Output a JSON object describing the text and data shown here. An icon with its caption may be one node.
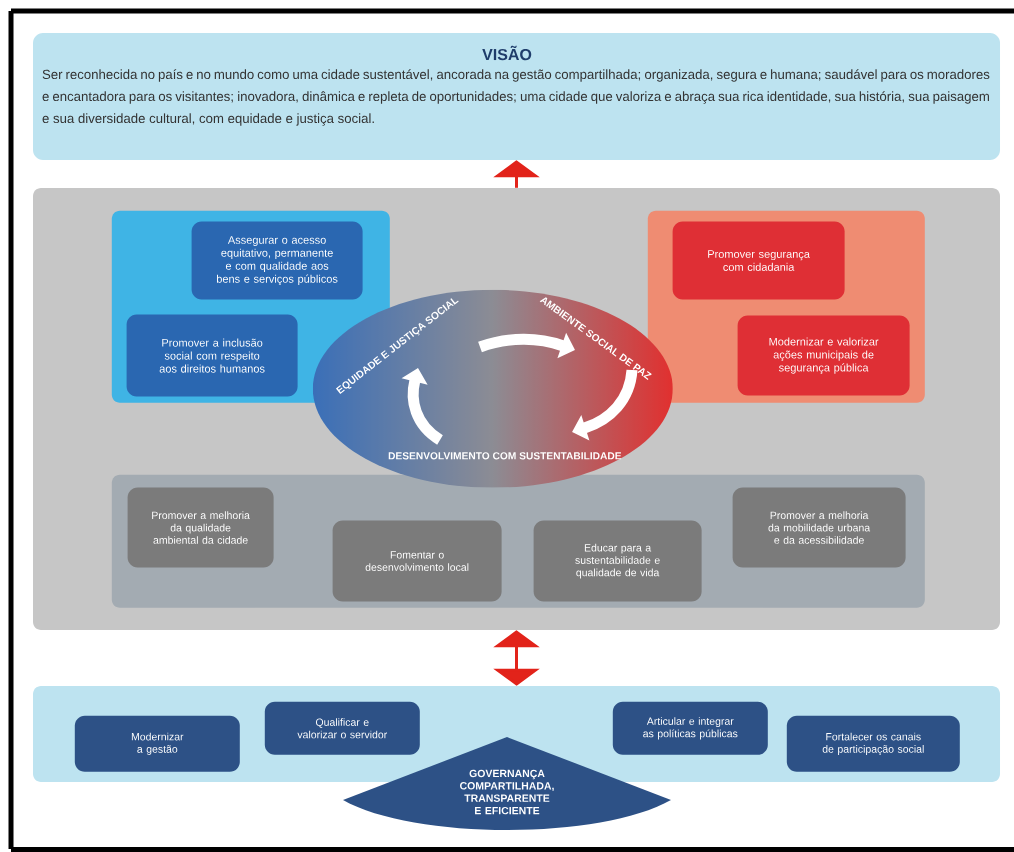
{
  "diagram": {
    "nodes": [
      {
        "text": [
          "VISÃO",
          "Ser reconhecida no país e no mundo como uma cidade sustentável, ancorada na gestão compartilhada; organizada, segura e humana; saudável para os moradores e encantadora para os visitantes; inovadora, dinâmica e repleta de oportunidades; uma cidade que valoriza e abraça sua rica identidade, sua história, sua paisagem e sua diversidade cultural, com equidade e justiça social."
        ]
      },
      {
        "text": [],
        "shape": "box"
      },
      {
        "text": [],
        "shape": "box",
        "in": 1
      },
      {
        "text": [
          "Assegurar o acesso equitativo, permanente e com qualidade aos bens e serviços públicos"
        ],
        "in": 2
      },
      {
        "text": [
          "Promover a inclusão social com respeito aos direitos humanos"
        ],
        "in": 2
      },
      {
        "text": [],
        "shape": "box",
        "in": 1
      },
      {
        "text": [
          "Promover segurança com cidadania"
        ],
        "in": 5
      },
      {
        "text": [
          "Modernizar e valorizar ações municipais de segurança pública"
        ],
        "in": 5
      },
      {
        "text": [
          "EQUIDADE E JUSTIÇA SOCIAL",
          "AMBIENTE SOCIAL DE PAZ",
          "DESENVOLVIMENTO COM SUSTENTABILIDADE"
        ],
        "in": 1
      },
      {
        "text": [],
        "shape": "box",
        "in": 1
      },
      {
        "text": [
          "Promover a melhoria da qualidade ambiental da cidade"
        ],
        "in": 9
      },
      {
        "text": [
          "Fomentar o desenvolvimento local"
        ],
        "in": 9
      },
      {
        "text": [
          "Educar para a sustentabilidade e qualidade de vida"
        ],
        "in": 9
      },
      {
        "text": [
          "Promover a melhoria da mobilidade urbana e da acessibilidade"
        ],
        "in": 9
      },
      {
        "text": [],
        "shape": "box"
      },
      {
        "text": [
          "Modernizar a gestão"
        ],
        "in": 14
      },
      {
        "text": [
          "Qualificar e valorizar o servidor"
        ],
        "in": 14
      },
      {
        "text": [
          "Articular e integrar as políticas públicas"
        ],
        "in": 14
      },
      {
        "text": [
          "Fortalecer os canais de participação social"
        ],
        "in": 14
      },
      {
        "text": [
          "GOVERNANÇA COMPARTILHADA, TRANSPARENTE E EFICIENTE"
        ]
      }
    ],
    "edges": [
      {
        "from": 1,
        "to": 0,
        "arrow": "to"
      },
      {
        "from": 14,
        "to": 1,
        "arrow": "both"
      }
    ]
  }
}
